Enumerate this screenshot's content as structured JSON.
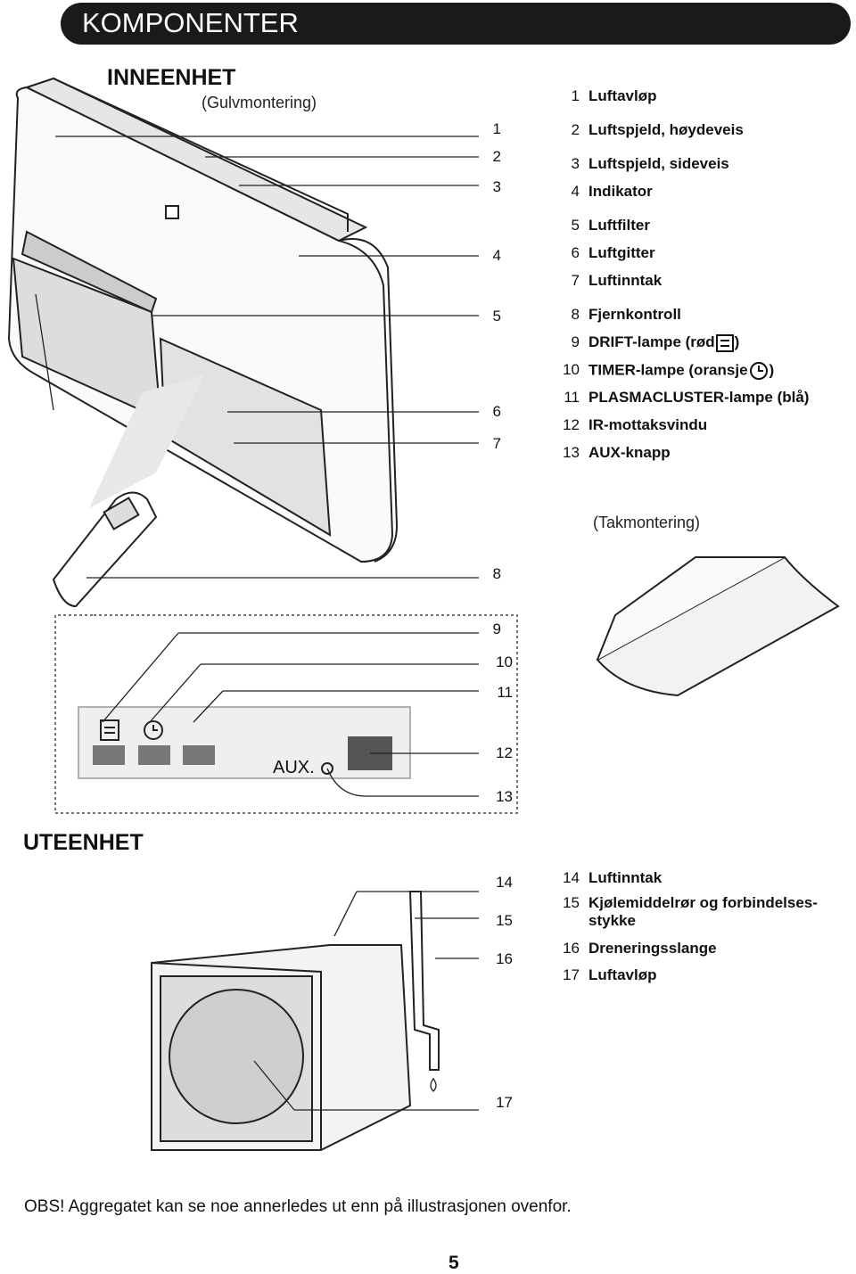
{
  "header": {
    "title": "KOMPONENTER"
  },
  "indoor": {
    "heading": "INNEENHET",
    "floor_caption": "(Gulvmontering)",
    "ceiling_caption": "(Takmontering)",
    "callouts": [
      "1",
      "2",
      "3",
      "4",
      "5",
      "6",
      "7",
      "8",
      "9",
      "10",
      "11",
      "12",
      "13"
    ],
    "legend": [
      {
        "num": "1",
        "label": "Luftavløp"
      },
      {
        "num": "2",
        "label": "Luftspjeld, høydeveis"
      },
      {
        "num": "3",
        "label": "Luftspjeld, sideveis"
      },
      {
        "num": "4",
        "label": "Indikator"
      },
      {
        "num": "5",
        "label": "Luftfilter"
      },
      {
        "num": "6",
        "label": "Luftgitter"
      },
      {
        "num": "7",
        "label": "Luftinntak"
      },
      {
        "num": "8",
        "label": "Fjernkontroll"
      },
      {
        "num": "9",
        "label": "DRIFT-lampe (rød",
        "suffix": ")",
        "icon": "operation-icon"
      },
      {
        "num": "10",
        "label": "TIMER-lampe (oransje",
        "suffix": ")",
        "icon": "timer-icon"
      },
      {
        "num": "11",
        "label": "PLASMACLUSTER-lampe (blå)"
      },
      {
        "num": "12",
        "label": "IR-mottaksvindu"
      },
      {
        "num": "13",
        "label": "AUX-knapp"
      }
    ],
    "panel": {
      "aux_label": "AUX."
    }
  },
  "outdoor": {
    "heading": "UTEENHET",
    "callouts": [
      "14",
      "15",
      "16",
      "17"
    ],
    "legend": [
      {
        "num": "14",
        "label": "Luftinntak"
      },
      {
        "num": "15",
        "label": "Kjølemiddelrør og forbindelses-",
        "label2": "stykke"
      },
      {
        "num": "16",
        "label": "Dreneringsslange"
      },
      {
        "num": "17",
        "label": "Luftavløp"
      }
    ]
  },
  "note": "OBS! Aggregatet kan se noe annerledes ut enn på illustrasjonen ovenfor.",
  "page_number": "5"
}
